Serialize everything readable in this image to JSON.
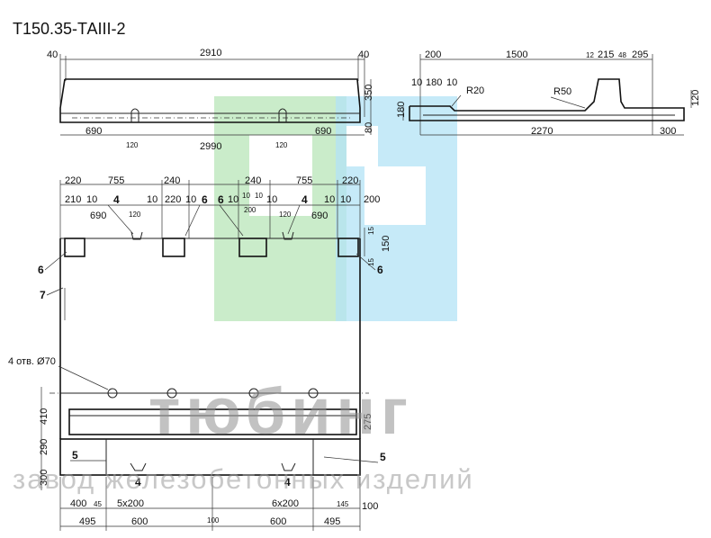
{
  "drawing": {
    "title": "Т150.35-ТАIII-2",
    "elevation": {
      "top": [
        "40",
        "2910",
        "40"
      ],
      "bottom": [
        "690",
        "120",
        "2990",
        "120",
        "690"
      ],
      "right": [
        "350",
        "80"
      ]
    },
    "section": {
      "top": [
        "200",
        "1500",
        "12",
        "215",
        "48",
        "295"
      ],
      "sub": [
        "10",
        "180",
        "10"
      ],
      "radii": [
        "R20",
        "R50"
      ],
      "left": "180",
      "right": "120",
      "bottom": [
        "2270",
        "300"
      ]
    },
    "plan": {
      "row1": [
        "220",
        "755",
        "240",
        "240",
        "755",
        "220"
      ],
      "row2": [
        "210",
        "10",
        "10",
        "220",
        "10",
        "10",
        "10",
        "10",
        "10",
        "200"
      ],
      "row3": [
        "690",
        "120",
        "120",
        "690"
      ],
      "inner": [
        "10",
        "10",
        "200"
      ],
      "right_small": [
        "15",
        "150",
        "15"
      ],
      "left": [
        "410",
        "290",
        "300"
      ],
      "right_low": "275",
      "holes": "4 отв. Ø70",
      "bottom1": [
        "400",
        "45",
        "5x200",
        "6x200",
        "145",
        "100"
      ],
      "bottom2": [
        "495",
        "600",
        "100",
        "600",
        "495"
      ],
      "marks": [
        "4",
        "6",
        "6",
        "4",
        "6",
        "7",
        "6",
        "5",
        "5",
        "4",
        "4"
      ]
    }
  },
  "watermark": {
    "brand": "тюбинг",
    "tagline": "завод железобетонных изделий",
    "colors": {
      "green": "#b8e6b8",
      "blue": "#b3e3f5"
    }
  }
}
